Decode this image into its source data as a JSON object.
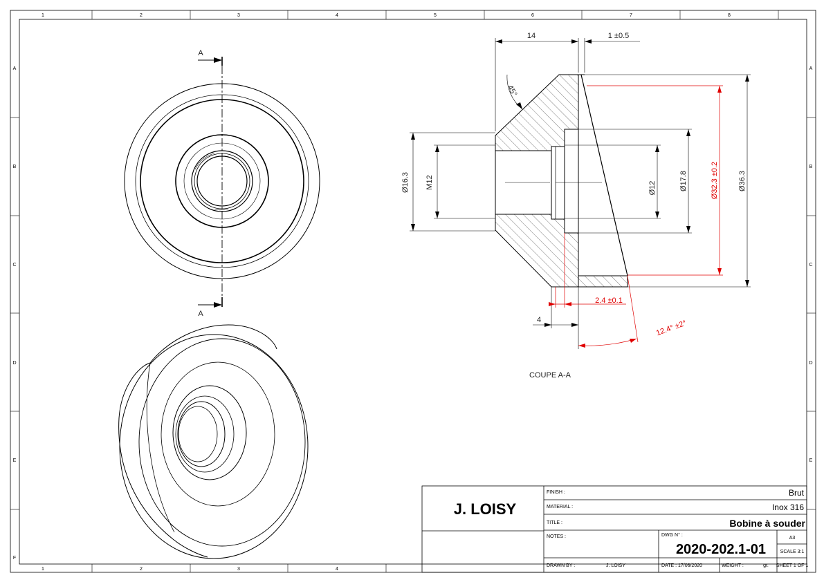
{
  "frame": {
    "columns_top": [
      "1",
      "2",
      "3",
      "4",
      "5",
      "6",
      "7",
      "8"
    ],
    "columns_bottom": [
      "1",
      "2",
      "3",
      "4"
    ],
    "rows": [
      "A",
      "B",
      "C",
      "D",
      "E",
      "F"
    ]
  },
  "views": {
    "section_marker_top": "A",
    "section_marker_bottom": "A",
    "section_label": "COUPE A-A"
  },
  "dimensions": {
    "length_14": "14",
    "tol_1": "1 ±0.5",
    "angle_45": "45°",
    "dia_16_3": "Ø16.3",
    "thread_m12": "M12",
    "dia_12": "Ø12",
    "dia_17_8": "Ø17.8",
    "dia_32_3": "Ø32.3 ±0.2",
    "dia_36_3": "Ø36.3",
    "len_2_4": "2.4 ±0.1",
    "len_4": "4",
    "angle_12_4": "12.4° ±2°"
  },
  "title_block": {
    "author": "J. LOISY",
    "finish_label": "FINISH :",
    "finish_value": "Brut",
    "material_label": "MATERIAL :",
    "material_value": "Inox 316",
    "title_label": "TITLE :",
    "title_value": "Bobine à souder",
    "notes_label": "NOTES :",
    "dwg_label": "DWG N° :",
    "dwg_value": "2020-202.1-01",
    "size_value": "A3",
    "scale_value": "SCALE 3:1",
    "drawn_label": "DRAWN BY :",
    "drawn_value": "J. LOISY",
    "date_value": "DATE : 17/06/2020",
    "weight_label": "WEIGHT :",
    "weight_value": "gr.",
    "sheet_value": "SHEET 1 OF 1"
  },
  "colors": {
    "line": "#000000",
    "accent": "#e00000"
  }
}
